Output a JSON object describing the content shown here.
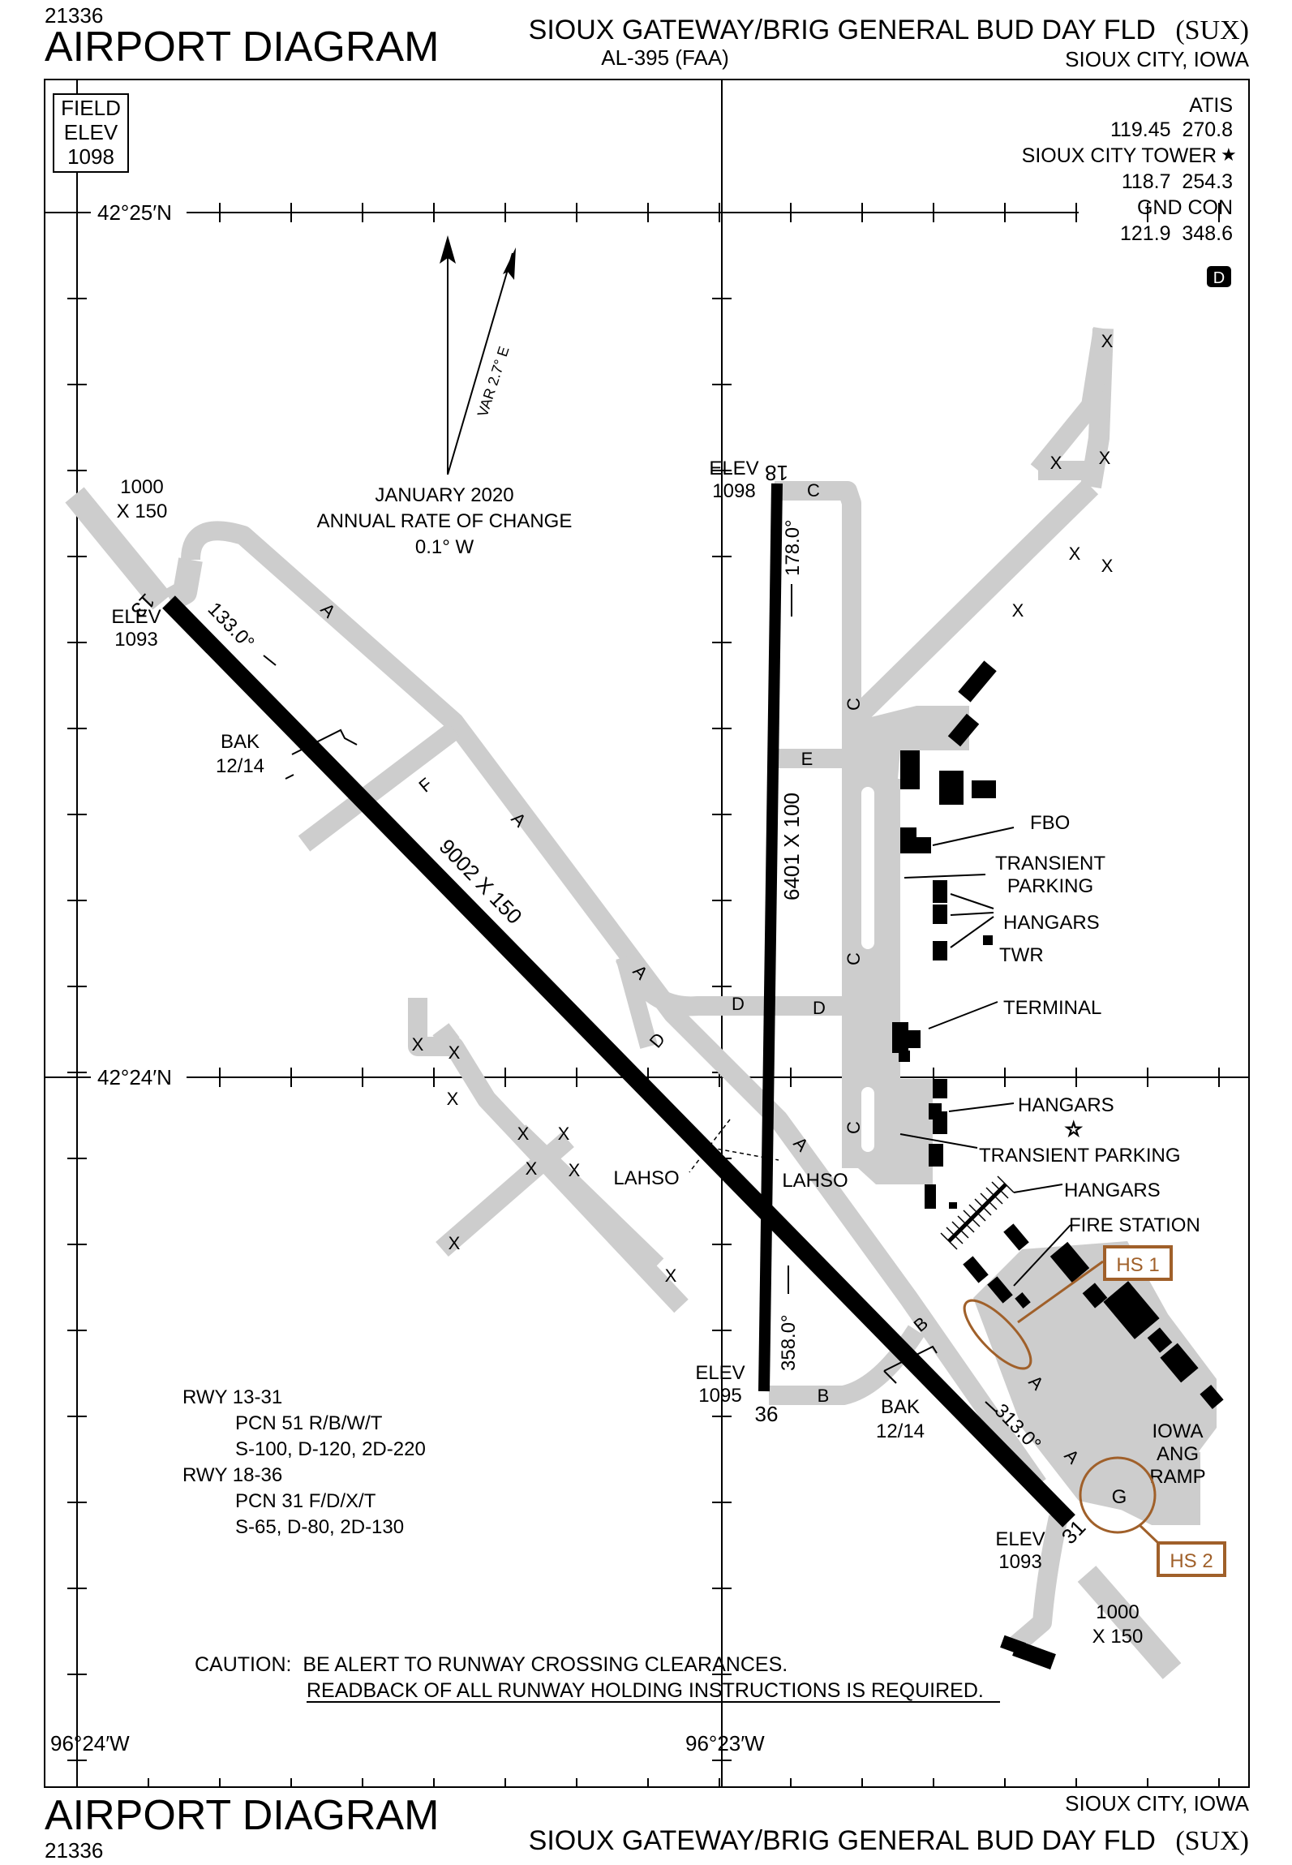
{
  "header": {
    "chart_number": "21336",
    "title": "AIRPORT DIAGRAM",
    "airport_name": "SIOUX GATEWAY/BRIG GENERAL BUD DAY FLD",
    "airport_id": "(SUX)",
    "procedure_id": "AL-395 (FAA)",
    "location": "SIOUX CITY, IOWA"
  },
  "footer": {
    "title": "AIRPORT DIAGRAM",
    "location": "SIOUX CITY, IOWA",
    "airport_name": "SIOUX GATEWAY/BRIG GENERAL BUD DAY FLD",
    "airport_id": "(SUX)",
    "chart_number": "21336"
  },
  "field_elev": {
    "line1": "FIELD",
    "line2": "ELEV",
    "value": "1098"
  },
  "frequencies": {
    "atis_label": "ATIS",
    "atis": "119.45  270.8",
    "tower_label": "SIOUX CITY TOWER",
    "tower": "118.7  254.3",
    "gnd_label": "GND CON",
    "gnd": "121.9  348.6",
    "d_badge": "D"
  },
  "coords": {
    "lat_north": "42°25′N",
    "lat_south": "42°24′N",
    "lon_west": "96°24′W",
    "lon_east": "96°23′W"
  },
  "magnetic": {
    "var": "VAR 2.7° E",
    "date": "JANUARY 2020",
    "rate_label": "ANNUAL RATE OF CHANGE",
    "rate": "0.1° W"
  },
  "runway_13_31": {
    "end13": "13",
    "end31": "31",
    "dims": "9002 X 150",
    "hdg13": "133.0°",
    "hdg31": "313.0°",
    "elev13_label": "ELEV",
    "elev13": "1093",
    "elev31_label": "ELEV",
    "elev31": "1093",
    "approach13_a": "1000",
    "approach13_b": "X 150",
    "approach31_a": "1000",
    "approach31_b": "X 150",
    "bak_label": "BAK",
    "bak_value": "12/14"
  },
  "runway_18_36": {
    "end18": "18",
    "end36": "36",
    "dims": "6401 X 100",
    "hdg18": "178.0°",
    "hdg36": "358.0°",
    "elev18_label": "ELEV",
    "elev18": "1098",
    "elev36_label": "ELEV",
    "elev36": "1095"
  },
  "taxiways": {
    "A": "A",
    "B": "B",
    "C": "C",
    "D": "D",
    "E": "E",
    "F": "F",
    "G": "G",
    "X": "X"
  },
  "labels": {
    "fbo": "FBO",
    "transient_parking": "TRANSIENT",
    "transient_parking_2": "PARKING",
    "hangars": "HANGARS",
    "twr": "TWR",
    "terminal": "TERMINAL",
    "hangars_2": "HANGARS",
    "transient_parking_inline": "TRANSIENT PARKING",
    "hangars_3": "HANGARS",
    "fire_station": "FIRE STATION",
    "iowa": "IOWA",
    "ang": "ANG",
    "ramp": "RAMP",
    "lahso_1": "LAHSO",
    "lahso_2": "LAHSO",
    "hs1": "HS 1",
    "hs2": "HS 2"
  },
  "pcn": {
    "rwy1": "RWY 13-31",
    "rwy1_pcn": "PCN 51 R/B/W/T",
    "rwy1_weights": "S-100, D-120, 2D-220",
    "rwy2": "RWY 18-36",
    "rwy2_pcn": "PCN 31 F/D/X/T",
    "rwy2_weights": "S-65, D-80, 2D-130"
  },
  "caution": {
    "line1": "CAUTION:  BE ALERT TO RUNWAY CROSSING CLEARANCES.",
    "line2": "READBACK OF ALL RUNWAY HOLDING INSTRUCTIONS IS REQUIRED."
  },
  "colors": {
    "taxiway": "#cdcdcd",
    "runway": "#000000",
    "hot_spot": "#a0602a"
  }
}
